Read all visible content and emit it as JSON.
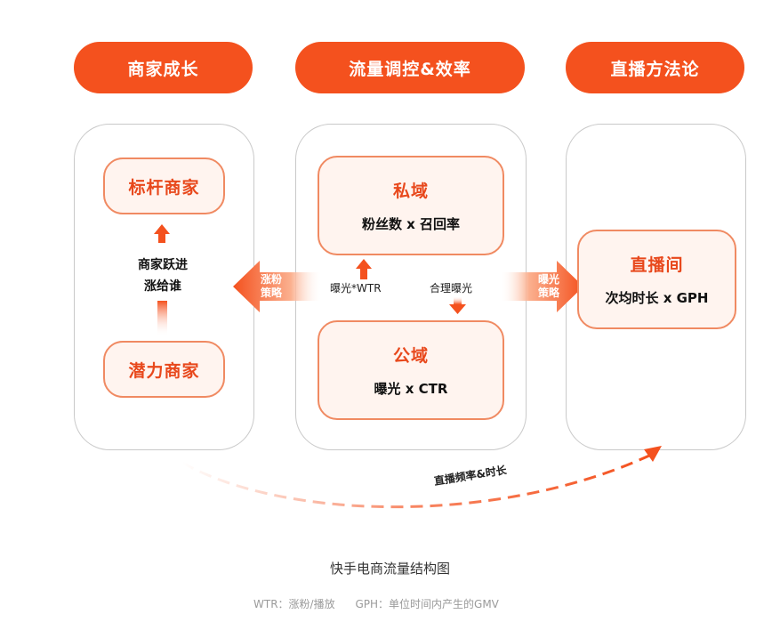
{
  "headers": [
    "商家成长",
    "流量调控&效率",
    "直播方法论"
  ],
  "left": {
    "top_card": "标杆商家",
    "bottom_card": "潜力商家",
    "middle_text_line1": "商家跃进",
    "middle_text_line2": "涨给谁"
  },
  "center": {
    "private": {
      "title": "私域",
      "formula": "粉丝数 x 召回率"
    },
    "public": {
      "title": "公域",
      "formula": "曝光 x CTR"
    },
    "up_label": "曝光*WTR",
    "down_label": "合理曝光"
  },
  "right": {
    "card_title": "直播间",
    "card_formula": "次均时长 x GPH"
  },
  "arrows": {
    "left_label_line1": "涨粉",
    "left_label_line2": "策略",
    "right_label_line1": "曝光",
    "right_label_line2": "策略",
    "curve_label": "直播频率&时长"
  },
  "caption": "快手电商流量结构图",
  "footnote": "WTR：涨粉/播放      GPH：单位时间内产生的GMV",
  "colors": {
    "accent": "#f4511e",
    "card_border": "#f08a62",
    "card_fill": "#fff4ef"
  }
}
